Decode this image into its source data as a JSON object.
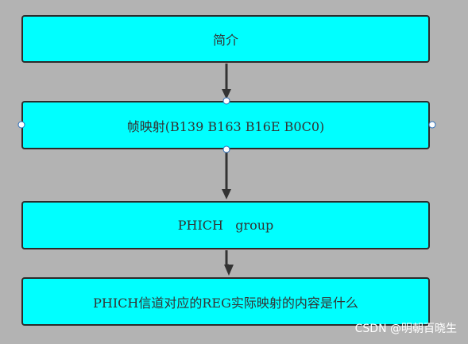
{
  "diagram": {
    "boxes": [
      {
        "id": "intro",
        "label": "简介"
      },
      {
        "id": "frame-mapping",
        "label": "帧映射(B139 B163 B16E B0C0)"
      },
      {
        "id": "phich-group",
        "label": "PHICH   group"
      },
      {
        "id": "reg-mapping",
        "label": "PHICH信道对应的REG实际映射的内容是什么"
      }
    ],
    "edges": [
      {
        "from": "intro",
        "to": "frame-mapping"
      },
      {
        "from": "frame-mapping",
        "to": "phich-group"
      },
      {
        "from": "phich-group",
        "to": "reg-mapping"
      }
    ],
    "selected_box": "frame-mapping",
    "colors": {
      "box_fill": "#00ffff",
      "box_border": "#2b2b2b",
      "connector": "#333333",
      "canvas": "#b3b3b3"
    }
  },
  "watermark": "CSDN @明朝百晓生"
}
